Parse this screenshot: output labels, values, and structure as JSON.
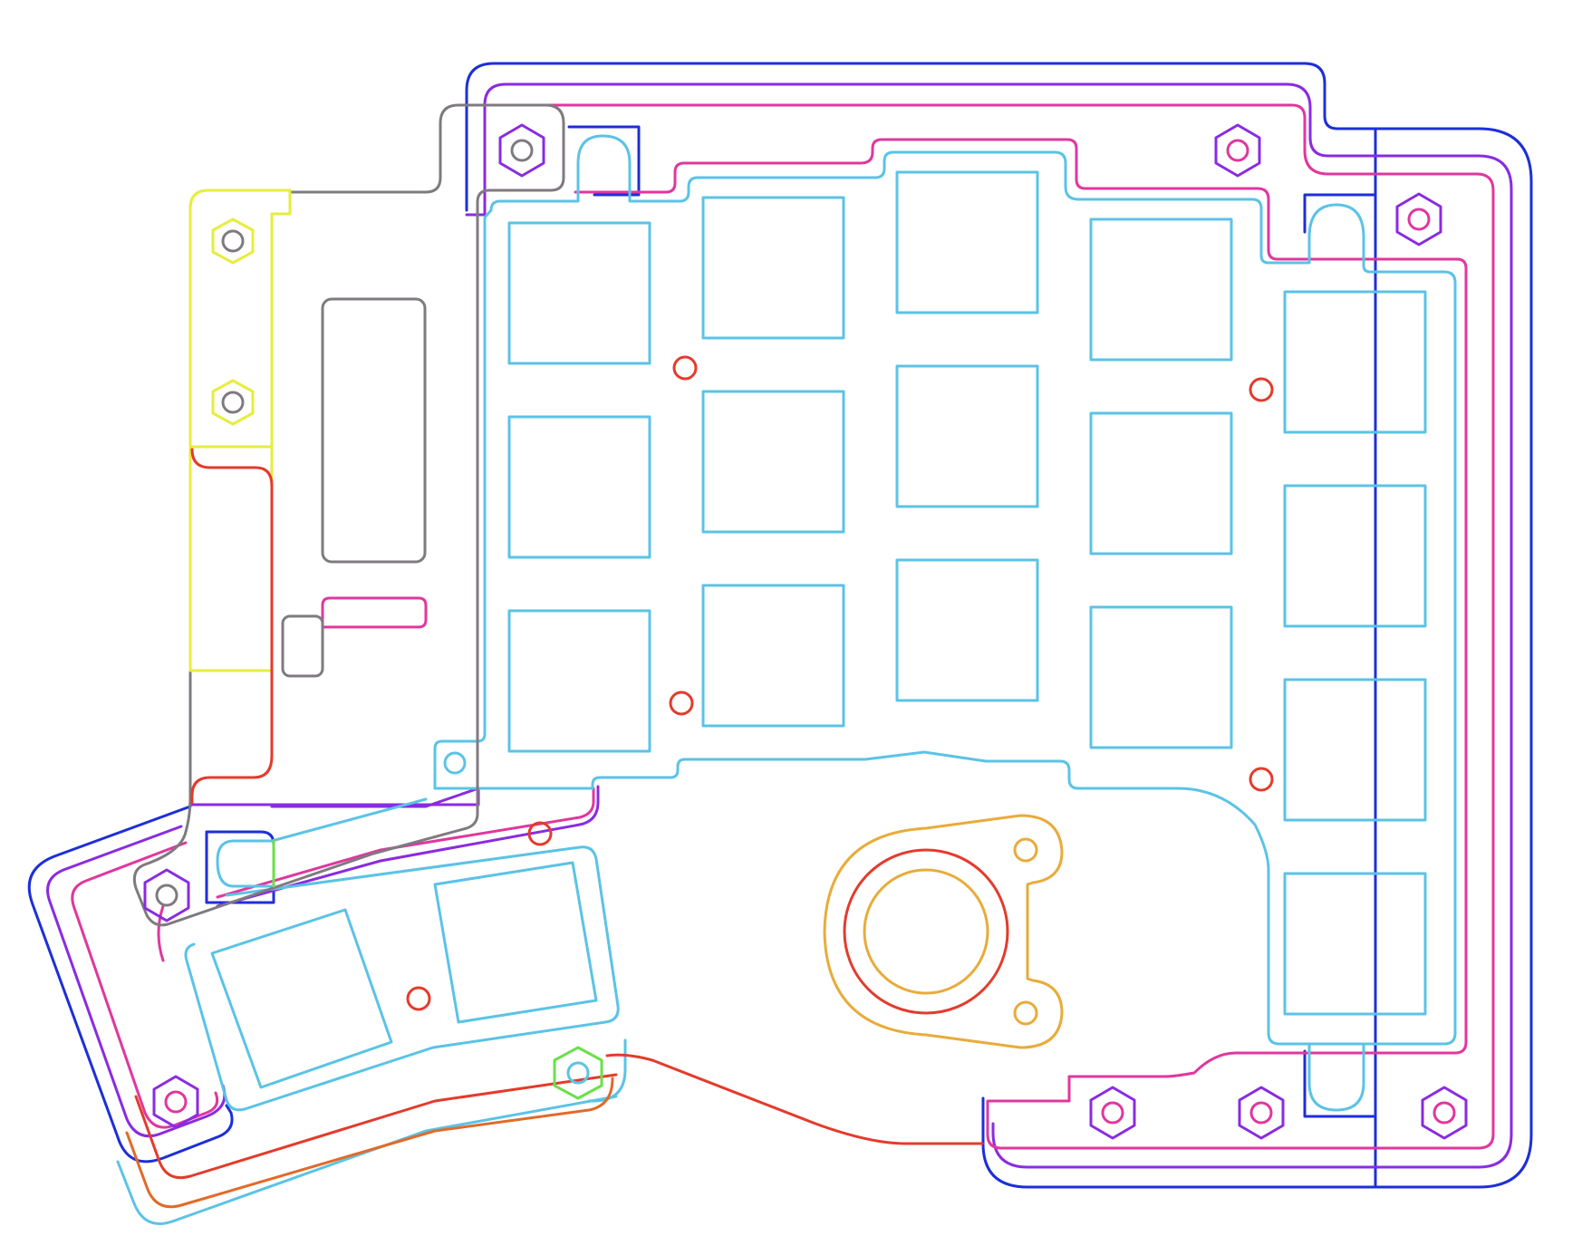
{
  "colors": {
    "outer_case": "#1d2fd9",
    "middle_case": "#8a2be2",
    "inner_case": "#e0379e",
    "switch_plate": "#5bc3e6",
    "controller_plate": "#7f7a80",
    "battery_cover": "#e6ee3c",
    "mounting_holes": "#e43b2c",
    "encoder_mount": "#e8ac3a",
    "bottom_edge": "#e26a28",
    "accent_green": "#6be04a",
    "background": "#ffffff"
  },
  "parts": [
    {
      "name": "outer-case-outline",
      "color_key": "outer_case"
    },
    {
      "name": "middle-case-outline",
      "color_key": "middle_case"
    },
    {
      "name": "inner-case-outline",
      "color_key": "inner_case"
    },
    {
      "name": "switch-plate-outline",
      "color_key": "switch_plate"
    },
    {
      "name": "controller-plate-outline",
      "color_key": "controller_plate"
    },
    {
      "name": "battery-cover-outline",
      "color_key": "battery_cover"
    },
    {
      "name": "encoder-mount-outline",
      "color_key": "encoder_mount"
    }
  ],
  "icons": {
    "standoff": "hexagon-nut-icon",
    "mounting_hole": "circle-hole-icon"
  }
}
